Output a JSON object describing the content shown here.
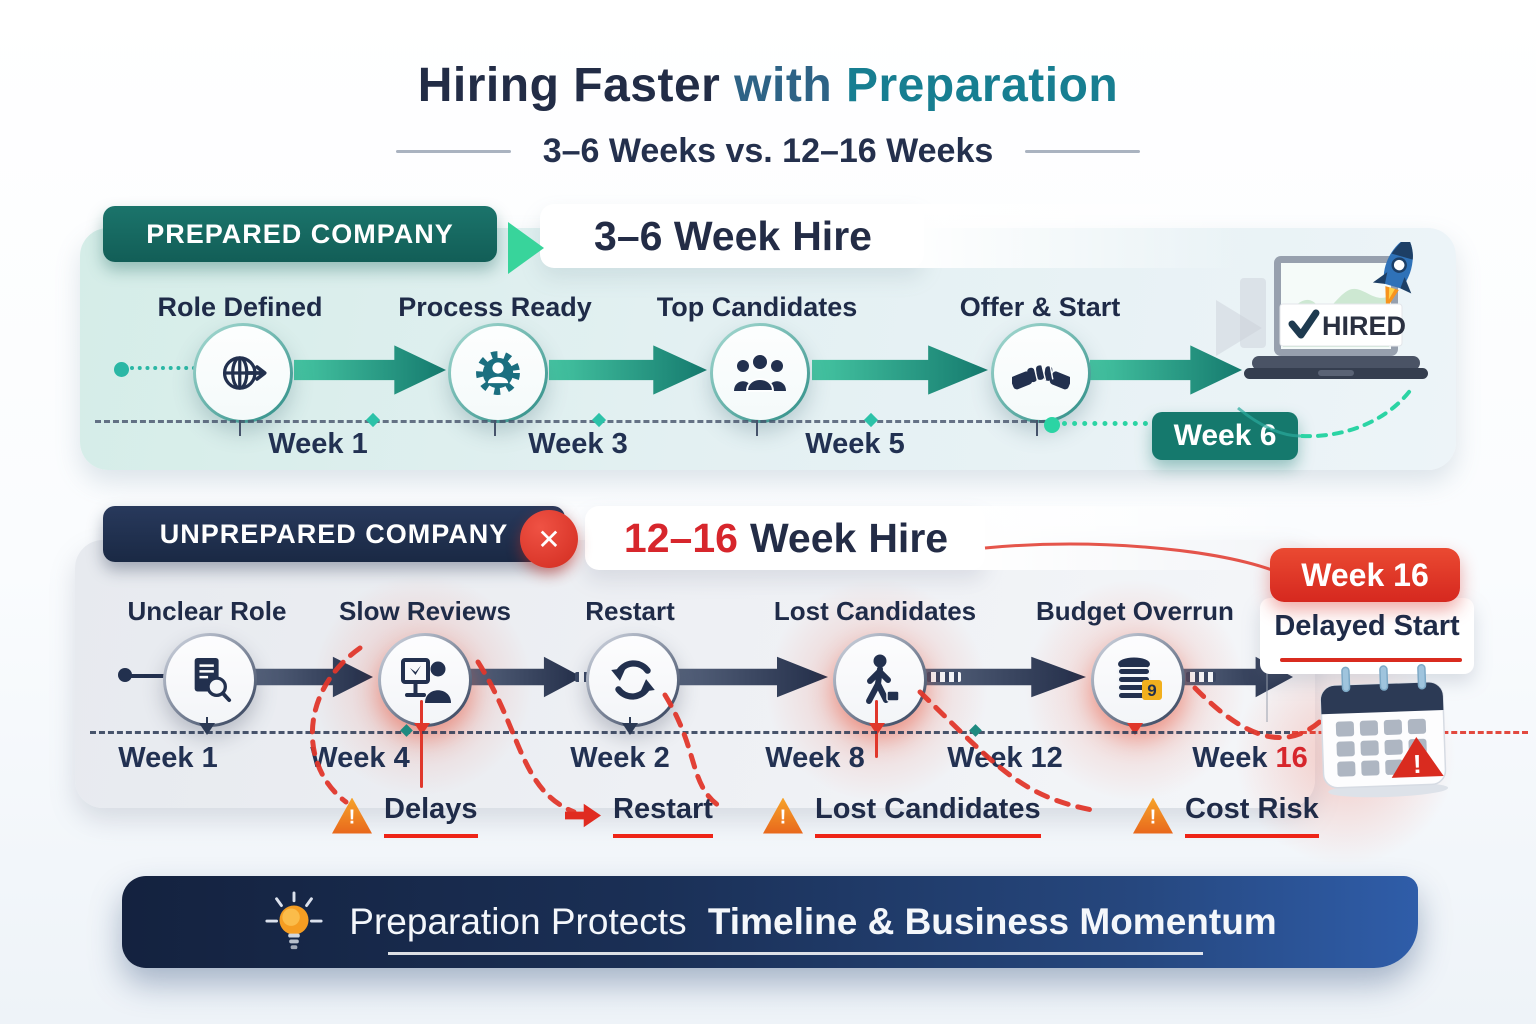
{
  "header": {
    "title_dark": "Hiring Faster",
    "title_mid": "with",
    "title_accent": "Preparation",
    "subtitle": "3–6 Weeks vs. 12–16 Weeks"
  },
  "prepared": {
    "badge": "PREPARED COMPANY",
    "headline_strong": "3–6 Week",
    "headline_light": "Hire",
    "steps": [
      {
        "label": "Role Defined",
        "icon": "target-icon"
      },
      {
        "label": "Process Ready",
        "icon": "gear-person-icon"
      },
      {
        "label": "Top Candidates",
        "icon": "people-icon"
      },
      {
        "label": "Offer & Start",
        "icon": "handshake-icon"
      }
    ],
    "weeks": [
      "Week 1",
      "Week 3",
      "Week 5"
    ],
    "final_week_badge": "Week 6",
    "hired_check": "✓",
    "hired_label": "HIRED"
  },
  "unprepared": {
    "badge": "UNPREPARED COMPANY",
    "x_mark": "✕",
    "headline_red": "12–16",
    "headline_bold": "Week",
    "headline_light": "Hire",
    "steps": [
      {
        "label": "Unclear Role",
        "icon": "document-search-icon"
      },
      {
        "label": "Slow Reviews",
        "icon": "review-board-icon"
      },
      {
        "label": "Restart",
        "icon": "refresh-icon"
      },
      {
        "label": "Lost Candidates",
        "icon": "walking-person-icon"
      },
      {
        "label": "Budget Overrun",
        "icon": "coins-icon",
        "tag": "9"
      }
    ],
    "weeks": [
      "Week 1",
      "Week 4",
      "Week 2",
      "Week 8",
      "Week 12"
    ],
    "week16_prefix": "Week",
    "week16_number": "16",
    "exclaim": "!",
    "warnings": [
      {
        "label": "Delays"
      },
      {
        "label": "Restart"
      },
      {
        "label": "Lost Candidates"
      },
      {
        "label": "Cost Risk"
      }
    ],
    "week16_badge": "Week 16",
    "delayed_start": "Delayed Start"
  },
  "footer": {
    "text_regular": "Preparation Protects",
    "text_bold": "Timeline & Business Momentum"
  },
  "colors": {
    "teal_dark": "#15796d",
    "mint": "#35d49b",
    "navy": "#22304e",
    "red": "#d7262c",
    "orange": "#f08c1e",
    "banner_navy": "#16294d"
  }
}
